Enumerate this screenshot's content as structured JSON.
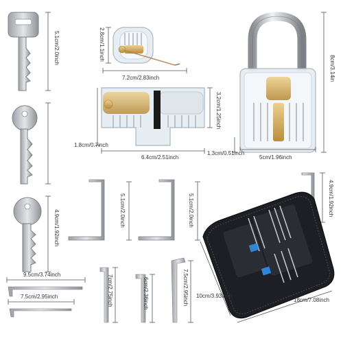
{
  "labels": {
    "key1": "5.1cm/2.0inch",
    "key3": "4.9cm/1.92inch",
    "cyl_h": "2.8cm/1.1inch",
    "cyl_w": "7.2cm/2.83inch",
    "pad_h": "8cm/3.14in",
    "pad_w": "5cm/1.96inch",
    "pad_d": "1.3cm/0.51inch",
    "euro_h": "3.2cm/1.25inch",
    "euro_w": "6.4cm/2.51inch",
    "euro_d": "1.8cm/0.7inch",
    "tension1": "5.1cm/2.0inch",
    "tension2": "5.1cm/2.0inch",
    "tension3": "4.9cm/1.92inch",
    "pick1": "9.5cm/3.74inch",
    "pick2": "7.5cm/2.95inch",
    "hook1": "7cm/2.75inch",
    "hook2": "6cm/2.36inch",
    "hook3": "7.5cm/2.95inch",
    "case_h": "10cm/3.93inch",
    "case_w": "18cm/7.08inch"
  },
  "colors": {
    "metal": "#c9cbce",
    "metal_dark": "#8d9095",
    "acrylic": "#e6eef3",
    "brass": "#d9b56a",
    "case": "#1d1f24",
    "accent": "#2f86d6"
  }
}
